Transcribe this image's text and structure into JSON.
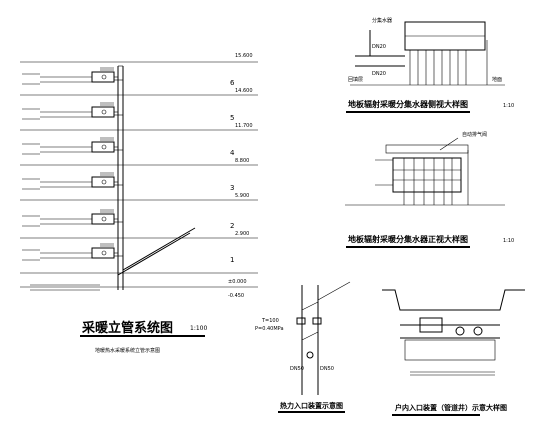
{
  "titles": {
    "riser": "采暖立管系统图",
    "riser_scale": "1:100",
    "riser_note": "地暖热水采暖系统立管示意图",
    "elevation_view": "地板辐射采暖分集水器侧视大样图",
    "elevation_scale": "1:10",
    "front_view": "地板辐射采暖分集水器正视大样图",
    "front_scale": "1:10",
    "entry_detail": "热力入口装置示意图",
    "household_entry": "户内入口装置（管道井）示意大样图"
  },
  "floors": [
    "6",
    "5",
    "4",
    "3",
    "2",
    "1"
  ],
  "levels": [
    "15.600",
    "14.600",
    "11.700",
    "8.800",
    "5.900",
    "2.900",
    "±0.000",
    "-0.450"
  ],
  "labels": {
    "floor_trench": "回填层",
    "manifold": "分集水器",
    "supply_pipe": "DN20",
    "return_pipe": "DN20",
    "auto_vent": "自动排气阀",
    "floor_label": "地面",
    "pressure": "P=0.40MPa",
    "temperature": "T=100",
    "supply_pipe2": "DN50",
    "return_pipe2": "DN50"
  }
}
